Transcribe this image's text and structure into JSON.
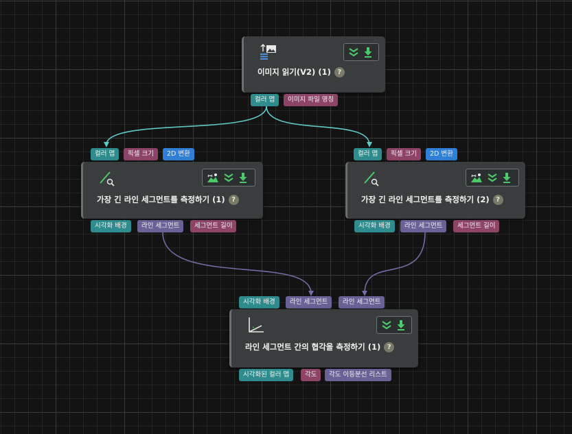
{
  "nodes": {
    "read_image": {
      "title": "이미지 읽기(V2) (1)",
      "help": "?",
      "outputs": [
        "컬러 맵",
        "이미지 파일 명칭"
      ]
    },
    "longest_line_1": {
      "title": "가장 긴 라인 세그먼트를 측정하기 (1)",
      "help": "?",
      "inputs": [
        "컬러 맵",
        "픽셀 크기",
        "2D 변환"
      ],
      "outputs": [
        "시각화 배경",
        "라인 세그먼트",
        "세그먼트 길이"
      ]
    },
    "longest_line_2": {
      "title": "가장 긴 라인 세그먼트를 측정하기 (2)",
      "help": "?",
      "inputs": [
        "컬러 맵",
        "픽셀 크기",
        "2D 변환"
      ],
      "outputs": [
        "시각화 배경",
        "라인 세그먼트",
        "세그먼트 길이"
      ]
    },
    "angle": {
      "title": "라인 세그먼트 간의 협각을 측정하기 (1)",
      "help": "?",
      "inputs": [
        "시각화 배경",
        "라인 세그먼트",
        "라인 세그먼트"
      ],
      "outputs": [
        "시각화된 컬러 맵",
        "각도",
        "각도 이등분선 리스트"
      ]
    }
  },
  "colors": {
    "teal_port": "#2f8c8e",
    "mauve_port": "#8d4466",
    "purple_port": "#6a6196",
    "blue_port": "#2f7fd6",
    "image_wire": "#5fc9c6",
    "line_wire": "#7a6aa8",
    "toolbox_icon": "#4ccb6a"
  },
  "icons": {
    "read_image": "image-read-icon",
    "longest_line": "line-measure-icon",
    "angle": "angle-measure-icon",
    "toolbox": [
      "visualize-icon",
      "collapse-icon",
      "download-icon"
    ]
  }
}
